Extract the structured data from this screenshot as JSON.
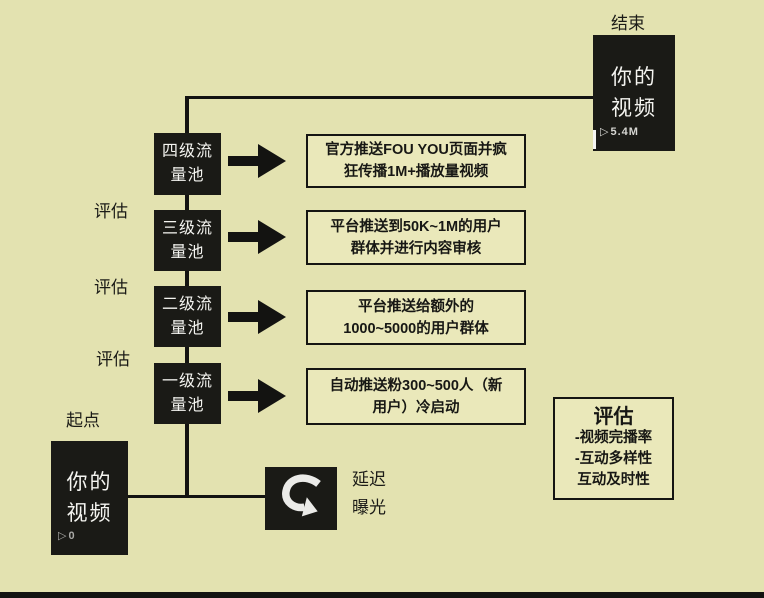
{
  "labels": {
    "end": "结束",
    "start": "起点",
    "evaluate": "评估",
    "delay_line1": "延迟",
    "delay_line2": "曝光"
  },
  "end_video": {
    "line1": "你的",
    "line2": "视频",
    "play_icon": "▷",
    "play_count": "5.4M"
  },
  "start_video": {
    "line1": "你的",
    "line2": "视频",
    "play_icon": "▷",
    "play_count": "0"
  },
  "pools": [
    {
      "line1": "四级流",
      "line2": "量池"
    },
    {
      "line1": "三级流",
      "line2": "量池"
    },
    {
      "line1": "二级流",
      "line2": "量池"
    },
    {
      "line1": "一级流",
      "line2": "量池"
    }
  ],
  "descriptions": [
    {
      "line1": "官方推送FOU YOU页面并疯",
      "line2": "狂传播1M+播放量视频"
    },
    {
      "line1": "平台推送到50K~1M的用户",
      "line2": "群体并进行内容审核"
    },
    {
      "line1": "平台推送给额外的",
      "line2": "1000~5000的用户群体"
    },
    {
      "line1": "自动推送粉300~500人（新",
      "line2": "用户）冷启动"
    }
  ],
  "evaluation_box": {
    "title": "评估",
    "items": [
      "-视频完播率",
      "-互动多样性",
      "互动及时性"
    ]
  },
  "colors": {
    "background": "#e3e2b0",
    "node_black": "#1a1a16",
    "panel_fill": "#eae8ba",
    "line": "#131311",
    "text_light": "#f4f4f0"
  }
}
